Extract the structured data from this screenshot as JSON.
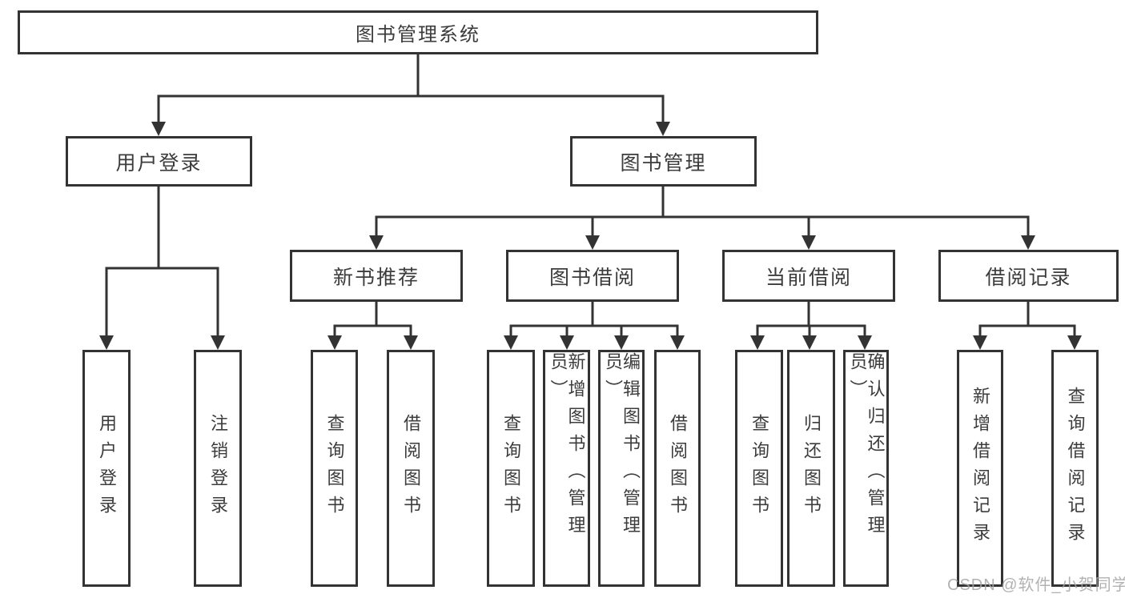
{
  "diagram": {
    "title": "图书管理系统",
    "colors": {
      "line": "#333333",
      "box_border": "#333333",
      "box_fill": "#ffffff",
      "text": "#3c3c3c",
      "background": "#ffffff",
      "watermark_text_color": "#a4a4a4"
    }
  },
  "nodes": {
    "root": "图书管理系统",
    "user_login": "用户登录",
    "book_mgmt": "图书管理",
    "new_book_rec": "新书推荐",
    "book_borrow": "图书借阅",
    "current_borrow": "当前借阅",
    "borrow_records": "借阅记录",
    "leaf_user_login": "用户登录",
    "leaf_logout": "注销登录",
    "leaf_query_books_1": "查询图书",
    "leaf_borrow_books_1": "借阅图书",
    "leaf_query_books_2": "查询图书",
    "leaf_add_book_admin": "新增图书（管理员）",
    "leaf_edit_book_admin": "编辑图书（管理员）",
    "leaf_borrow_books_2": "借阅图书",
    "leaf_query_books_3": "查询图书",
    "leaf_return_books": "归还图书",
    "leaf_confirm_return_admin": "确认归还（管理员）",
    "leaf_add_borrow_record": "新增借阅记录",
    "leaf_query_borrow_record": "查询借阅记录"
  },
  "watermark": {
    "text": "CSDN @软件_小贺同学"
  }
}
